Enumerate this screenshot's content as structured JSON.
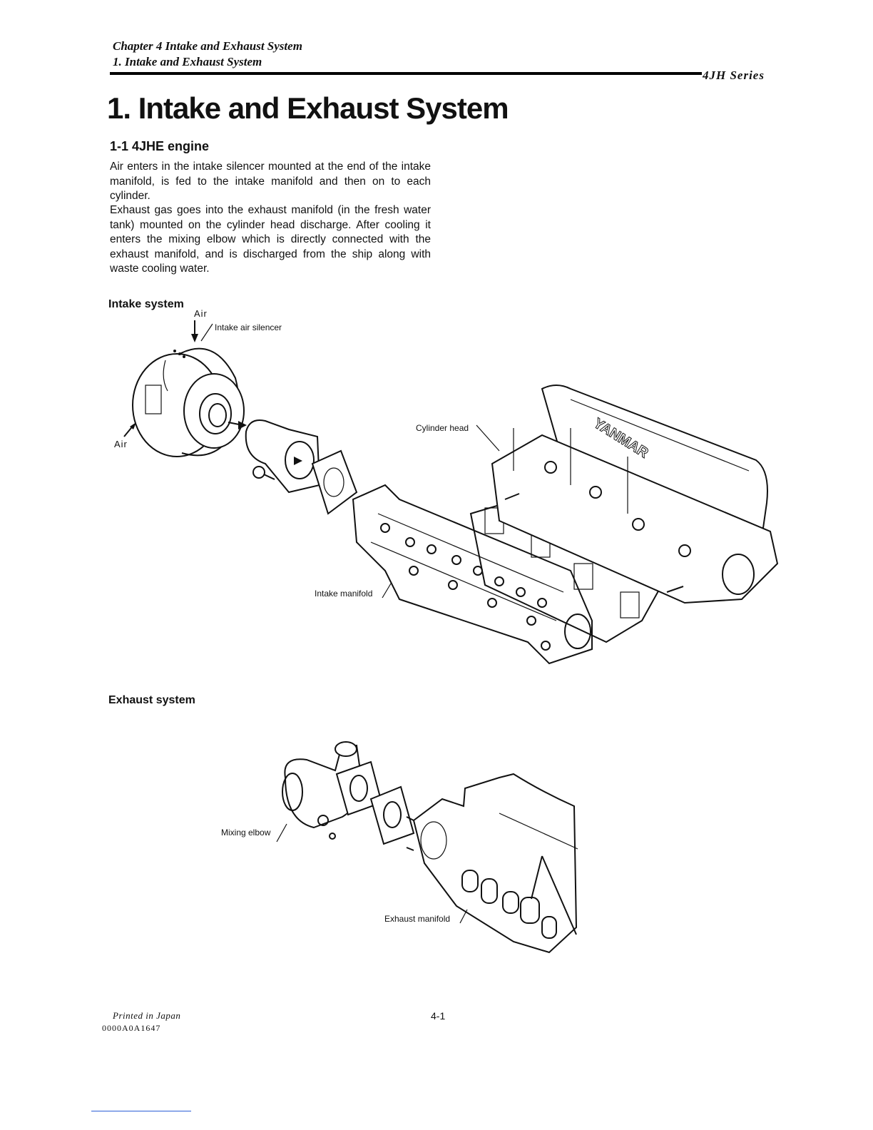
{
  "header": {
    "chapter": "Chapter 4 Intake and Exhaust System",
    "section": "1. Intake and Exhaust System",
    "series": "4JH  Series"
  },
  "title": "1. Intake and Exhaust System",
  "subtitle": "1-1 4JHE engine",
  "paragraphs": [
    "Air enters in the intake silencer mounted at the end of the intake manifold, is fed to the intake manifold and then on to each cylinder.",
    "Exhaust gas goes into the exhaust manifold (in the fresh water tank) mounted on the cylinder head discharge. After cooling it enters the mixing elbow which is directly connected with the exhaust manifold, and is discharged from the ship along with waste cooling water."
  ],
  "intake_figure": {
    "heading": "Intake system",
    "labels": {
      "air_top": "Air",
      "air_left": "Air",
      "silencer": "Intake air silencer",
      "cylinder_head": "Cylinder head",
      "manifold": "Intake manifold"
    }
  },
  "exhaust_figure": {
    "heading": "Exhaust system",
    "labels": {
      "mixing_elbow": "Mixing elbow",
      "exhaust_manifold": "Exhaust manifold"
    }
  },
  "footer": {
    "printed": "Printed in Japan",
    "code": "0000A0A1647",
    "page": "4-1"
  }
}
